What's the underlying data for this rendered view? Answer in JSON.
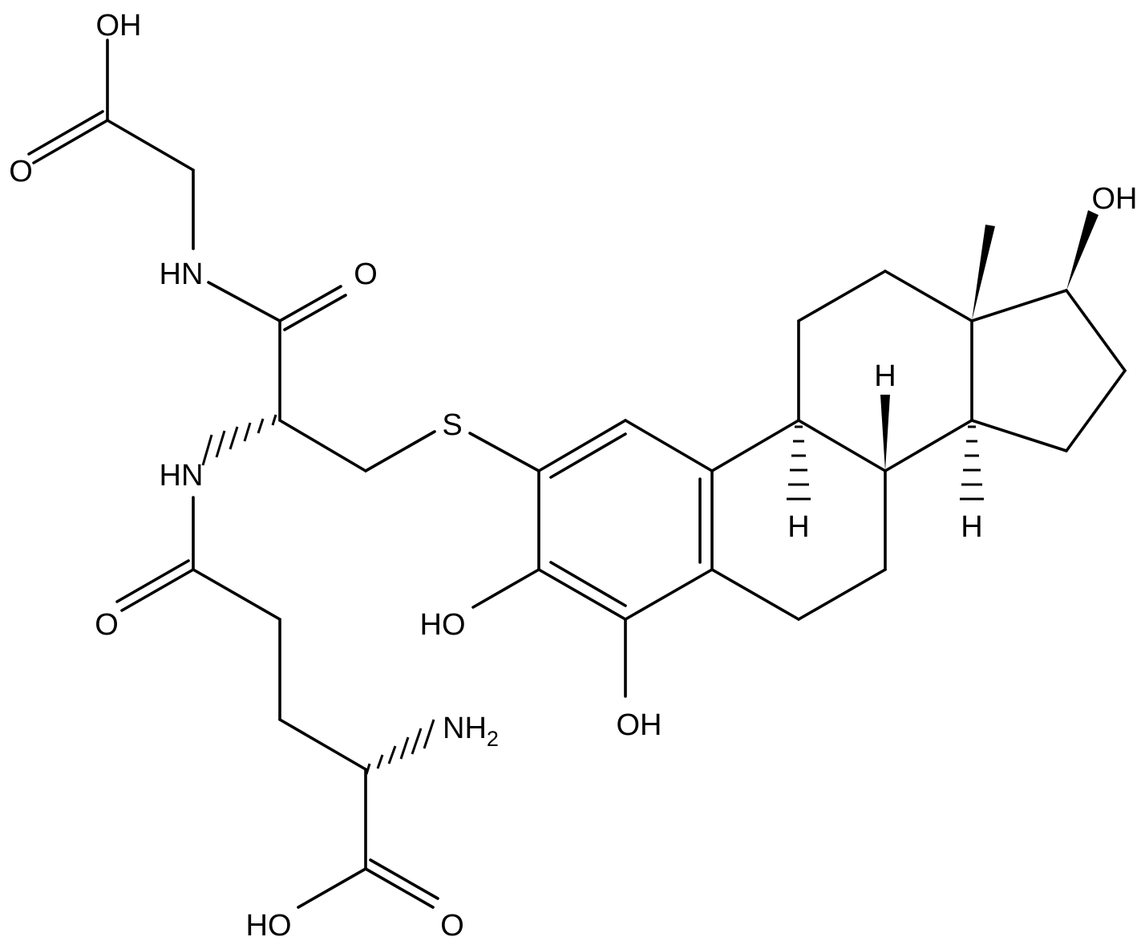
{
  "diagram": {
    "type": "chemical-structure",
    "background": "#ffffff",
    "ink": "#000000"
  },
  "atoms": {
    "gly_oh": "OH",
    "gly_o": "O",
    "gly_nh": "HN",
    "cys_o": "O",
    "cys_nh": "HN",
    "sulfur": "S",
    "glu_o": "O",
    "glu_nh2": "NH",
    "glu_nh2_sub": "2",
    "glu_acid_ho": "HO",
    "glu_acid_o": "O",
    "ring_oh_3": "HO",
    "ring_oh_4": "OH",
    "ring_oh_17": "OH",
    "h_9": "H",
    "h_8": "H",
    "h_14": "H"
  }
}
